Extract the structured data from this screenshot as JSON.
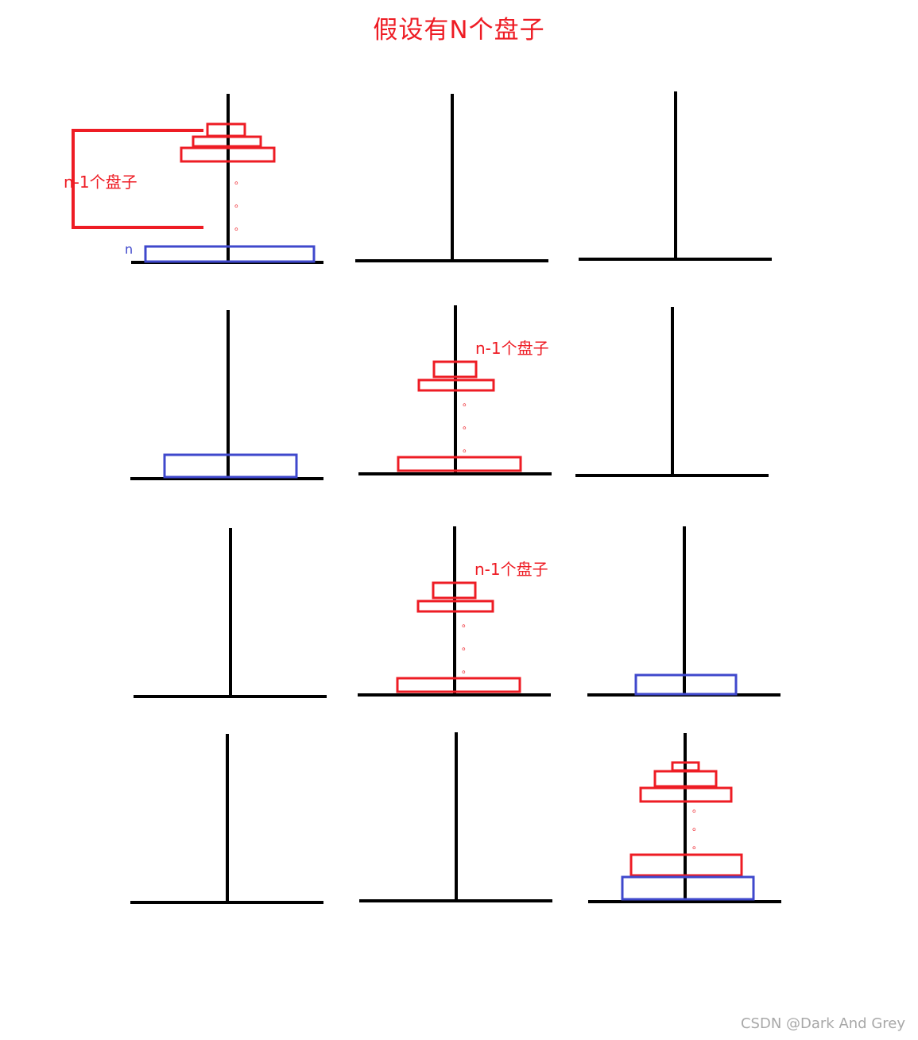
{
  "diagram": {
    "title": "假设有N个盘子",
    "subset_label": "n-1个盘子",
    "bottom_disk_label": "n",
    "ellipsis_dot": "。",
    "watermark": "CSDN @Dark And Grey"
  },
  "colors": {
    "title": "#ee1c24",
    "small_disks": "#ee1c24",
    "bottom_disk": "#3f48cc",
    "rods": "#000000",
    "label_n": "#3f48cc",
    "watermark": "#a8a8a8"
  }
}
